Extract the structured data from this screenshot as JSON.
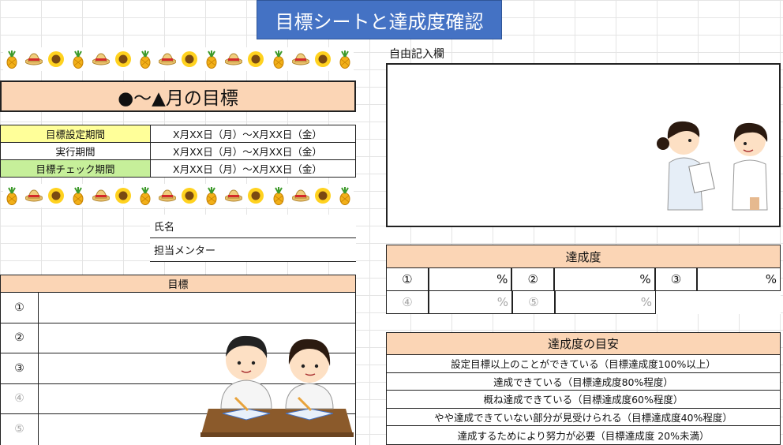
{
  "banner": {
    "title": "目標シートと達成度確認"
  },
  "goal": {
    "heading": "●～▲月の目標"
  },
  "period": {
    "rows": [
      {
        "label": "目標設定期間",
        "value": "X月XX日（月）～X月XX日（金）",
        "color": "#ffff99"
      },
      {
        "label": "実行期間",
        "value": "X月XX日（月）～X月XX日（金）",
        "color": "#ffffff"
      },
      {
        "label": "目標チェック期間",
        "value": "X月XX日（月）～X月XX日（金）",
        "color": "#c6ef9a"
      }
    ]
  },
  "person": {
    "name_label": "氏名",
    "mentor_label": "担当メンター"
  },
  "targets": {
    "header": "目標",
    "numbers": [
      "①",
      "②",
      "③",
      "④",
      "⑤"
    ]
  },
  "free": {
    "label": "自由記入欄"
  },
  "achievement": {
    "header": "達成度",
    "numbers": [
      "①",
      "②",
      "③",
      "④",
      "⑤"
    ],
    "percent": "%"
  },
  "guide": {
    "header": "達成度の目安",
    "lines": [
      "設定目標以上のことができている（目標達成度100%以上）",
      "達成できている（目標達成度80%程度）",
      "概ね達成できている（目標達成度60%程度）",
      "やや達成できていない部分が見受けられる（目標達成度40%程度）",
      "達成するためにより努力が必要（目標達成度 20%未満）"
    ]
  },
  "decor_icons": [
    "pineapple-icon",
    "straw-hat-icon",
    "sunflower-icon"
  ],
  "colors": {
    "banner": "#4472c4",
    "header_fill": "#fbd5b5",
    "period_yellow": "#ffff99",
    "period_green": "#c6ef9a"
  }
}
